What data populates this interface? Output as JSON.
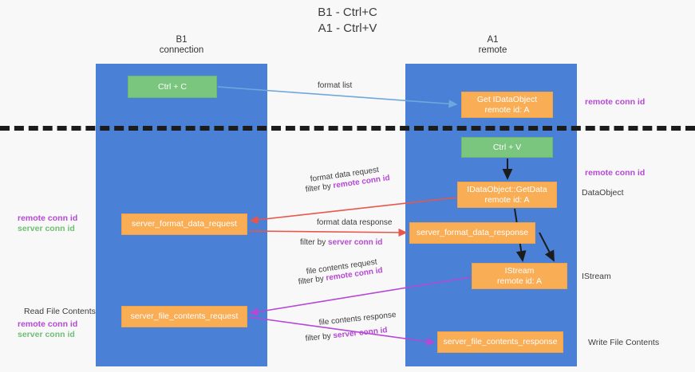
{
  "title": {
    "line1": "B1 - Ctrl+C",
    "line2": "A1 - Ctrl+V"
  },
  "lanes": [
    {
      "id": "b1",
      "name": "B1",
      "role": "connection"
    },
    {
      "id": "a1",
      "name": "A1",
      "role": "remote"
    }
  ],
  "nodes": {
    "ctrl_c": {
      "label": "Ctrl + C",
      "color": "#7bc67e"
    },
    "get_idataobject": {
      "line1": "Get IDataObject",
      "line2": "remote id: A",
      "color": "#f9ad54"
    },
    "ctrl_v": {
      "label": "Ctrl + V",
      "color": "#7bc67e"
    },
    "idataobject_getdata": {
      "line1": "IDataObject::GetData",
      "line2": "remote id: A",
      "color": "#f9ad54"
    },
    "server_format_data_request": {
      "label": "server_format_data_request",
      "color": "#f9ad54"
    },
    "server_format_data_response": {
      "label": "server_format_data_response",
      "color": "#f9ad54"
    },
    "istream": {
      "line1": "IStream",
      "line2": "remote id: A",
      "color": "#f9ad54"
    },
    "server_file_contents_request": {
      "label": "server_file_contents_request",
      "color": "#f9ad54"
    },
    "server_file_contents_response": {
      "label": "server_file_contents_response",
      "color": "#f9ad54"
    }
  },
  "arrow_labels": {
    "format_list": "format list",
    "format_data_request": "format data request",
    "format_data_request_filter_prefix": "filter by ",
    "format_data_request_filter_key": "remote conn id",
    "format_data_response": "format data response",
    "format_data_response_filter_prefix": "filter by ",
    "format_data_response_filter_key": "server conn id",
    "file_contents_request": "file contents request",
    "file_contents_request_filter_prefix": "filter by ",
    "file_contents_request_filter_key": "remote conn id",
    "file_contents_response": "file contents response",
    "file_contents_response_filter_prefix": "filter by ",
    "file_contents_response_filter_key": "server conn id"
  },
  "side_notes": {
    "right_remote_conn_id_top": "remote conn id",
    "right_remote_conn_id_mid": "remote conn id",
    "right_dataobject": "DataObject",
    "right_istream": "IStream",
    "right_write_file_contents": "Write File Contents",
    "left_remote_conn_id_1": "remote conn id",
    "left_server_conn_id_1": "server conn id",
    "left_read_file_contents": "Read File Contents",
    "left_remote_conn_id_2": "remote conn id",
    "left_server_conn_id_2": "server conn id"
  },
  "colors": {
    "lane": "#4a80d6",
    "green_node": "#7bc67e",
    "orange_node": "#f9ad54",
    "arrow_blue": "#6fa8dc",
    "arrow_red": "#e8564a",
    "arrow_magenta": "#b548d4",
    "arrow_black": "#1c1c1c",
    "purple_text": "#b548d4",
    "green_text": "#6fbf73",
    "divider": "#1c1c1c"
  }
}
